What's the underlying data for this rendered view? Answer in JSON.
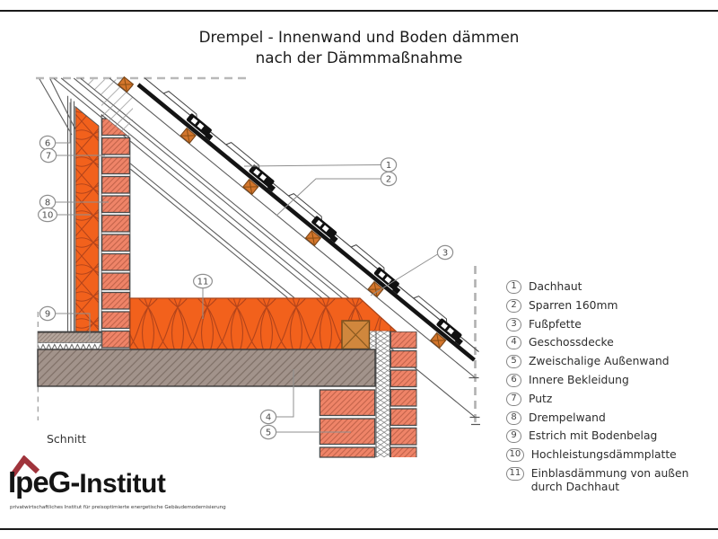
{
  "title": {
    "line1": "Drempel - Innenwand und Boden dämmen",
    "line2": "nach der Dämmmaßnahme"
  },
  "drawing": {
    "section_label": "Schnitt",
    "callouts": {
      "c1": "1",
      "c2": "2",
      "c3": "3",
      "c4": "4",
      "c5": "5",
      "c6": "6",
      "c7": "7",
      "c8": "8",
      "c9": "9",
      "c10": "10",
      "c11": "11"
    }
  },
  "legend": {
    "items": [
      {
        "num": "1",
        "label": "Dachhaut"
      },
      {
        "num": "2",
        "label": "Sparren 160mm"
      },
      {
        "num": "3",
        "label": "Fußpfette"
      },
      {
        "num": "4",
        "label": "Geschossdecke"
      },
      {
        "num": "5",
        "label": "Zweischalige Außenwand"
      },
      {
        "num": "6",
        "label": "Innere Bekleidung"
      },
      {
        "num": "7",
        "label": "Putz"
      },
      {
        "num": "8",
        "label": "Drempelwand"
      },
      {
        "num": "9",
        "label": "Estrich mit Bodenbelag"
      },
      {
        "num": "10",
        "label": "Hochleistungsdämmplatte"
      },
      {
        "num": "11",
        "label": "Einblasdämmung von außen",
        "label2": "durch Dachhaut"
      }
    ]
  },
  "logo": {
    "brand_bold": "IpeG-",
    "brand_rest": "Institut",
    "tagline": "privatwirtschaftliches Institut für preisoptimierte energetische Gebäudemodernisierung"
  },
  "colors": {
    "insulation_orange": "#F2611C",
    "brick_red": "#EF8468",
    "concrete_gray": "#A2938B",
    "wood_tan": "#D0873D",
    "dachhaut_black": "#141414",
    "logo_red": "#A0343C"
  }
}
